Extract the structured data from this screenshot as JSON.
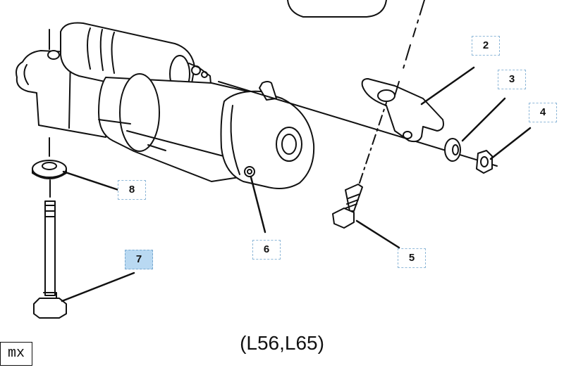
{
  "callouts": [
    {
      "id": "2",
      "label": "2",
      "active": false
    },
    {
      "id": "3",
      "label": "3",
      "active": false
    },
    {
      "id": "4",
      "label": "4",
      "active": false
    },
    {
      "id": "5",
      "label": "5",
      "active": false
    },
    {
      "id": "6",
      "label": "6",
      "active": false
    },
    {
      "id": "7",
      "label": "7",
      "active": true
    },
    {
      "id": "8",
      "label": "8",
      "active": false
    }
  ],
  "model_label": "(L56,L65)",
  "logo_text": "mx",
  "colors": {
    "line": "#111111",
    "callout_border": "#8fb8d8",
    "callout_active": "#b9d9f2"
  }
}
